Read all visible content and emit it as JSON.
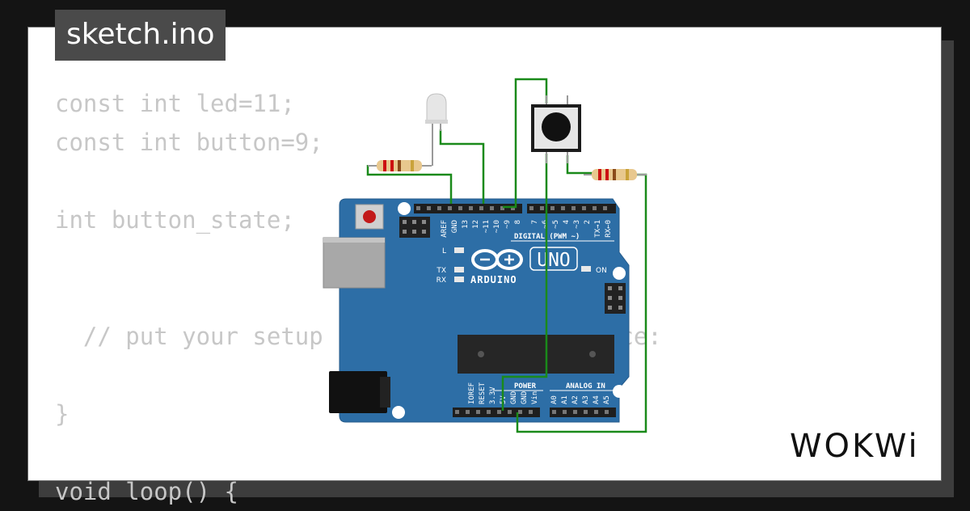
{
  "tab": {
    "title": "sketch.ino"
  },
  "code_lines": [
    "const int led=11;",
    "const int button=9;",
    "",
    "int button_state;",
    "",
    "",
    "  // put your setup code here, to run once:",
    "",
    "}",
    "",
    "void loop() {"
  ],
  "board": {
    "brand": "ARDUINO",
    "model": "UNO",
    "header_digital_label": "DIGITAL (PWM ~)",
    "header_power_label": "POWER",
    "header_analog_label": "ANALOG IN",
    "led_l": "L",
    "led_tx": "TX",
    "led_rx": "RX",
    "led_on": "ON",
    "pins_top": [
      "AREF",
      "GND",
      "13",
      "12",
      "~11",
      "~10",
      "~9",
      "8",
      "7",
      "~6",
      "~5",
      "4",
      "~3",
      "2",
      "TX→1",
      "RX←0"
    ],
    "pins_bottom": [
      "IOREF",
      "RESET",
      "3.3V",
      "5V",
      "GND",
      "GND",
      "Vin",
      "A0",
      "A1",
      "A2",
      "A3",
      "A4",
      "A5"
    ],
    "board_color": "#2d6ea6",
    "wire_color": "#1a8a1a"
  },
  "logo": {
    "text": "WOKWi"
  }
}
